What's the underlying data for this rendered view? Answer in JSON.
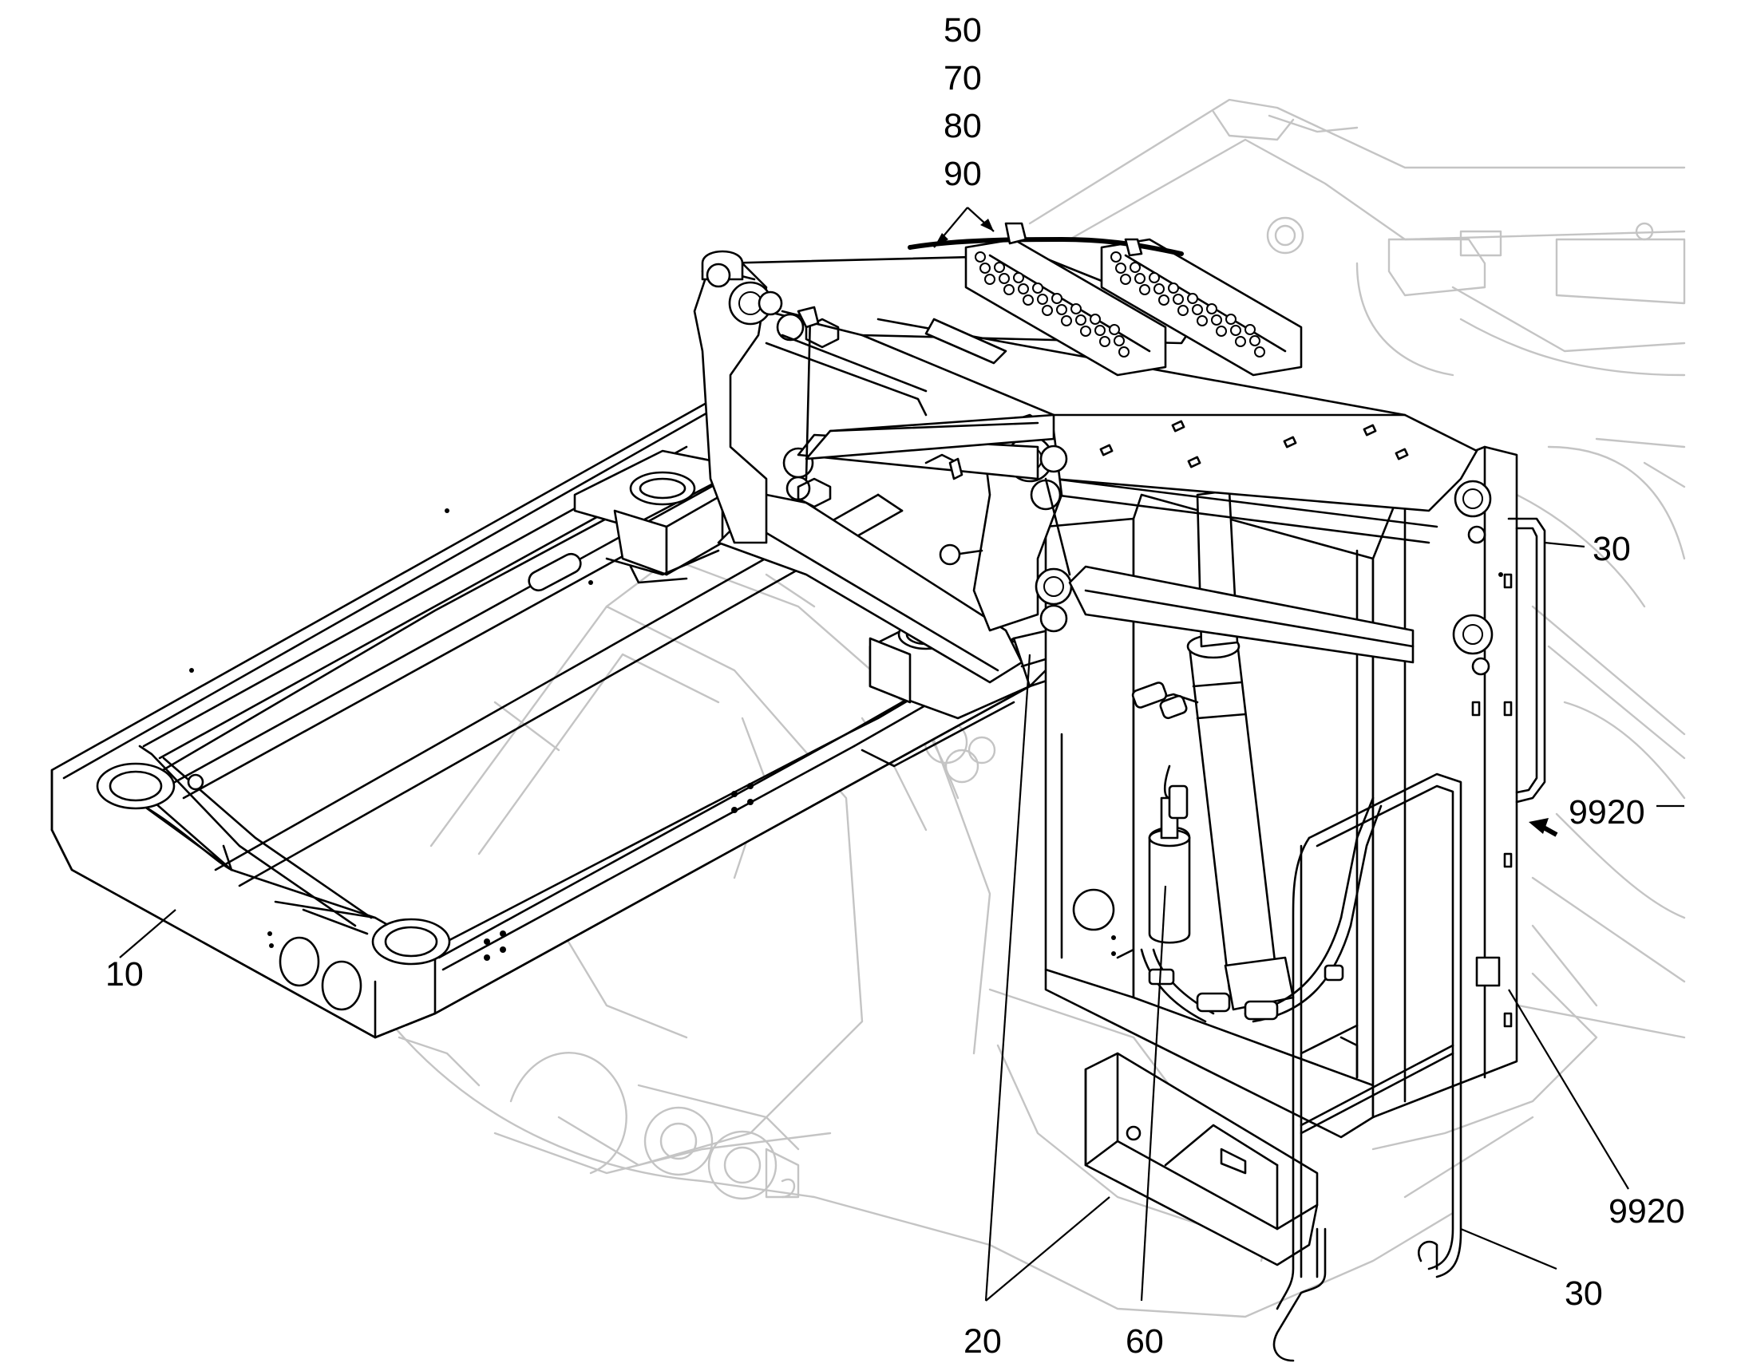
{
  "diagram": {
    "callouts": {
      "part_50": "50",
      "part_70": "70",
      "part_80": "80",
      "part_90": "90",
      "part_30_top": "30",
      "part_9920_arrow": "9920",
      "part_10": "10",
      "part_9920_label": "9920",
      "part_30_bottom": "30",
      "part_20": "20",
      "part_60": "60"
    },
    "colors": {
      "line_art": "#000000",
      "background_machine": "#c4c4c4",
      "background": "#ffffff"
    }
  }
}
